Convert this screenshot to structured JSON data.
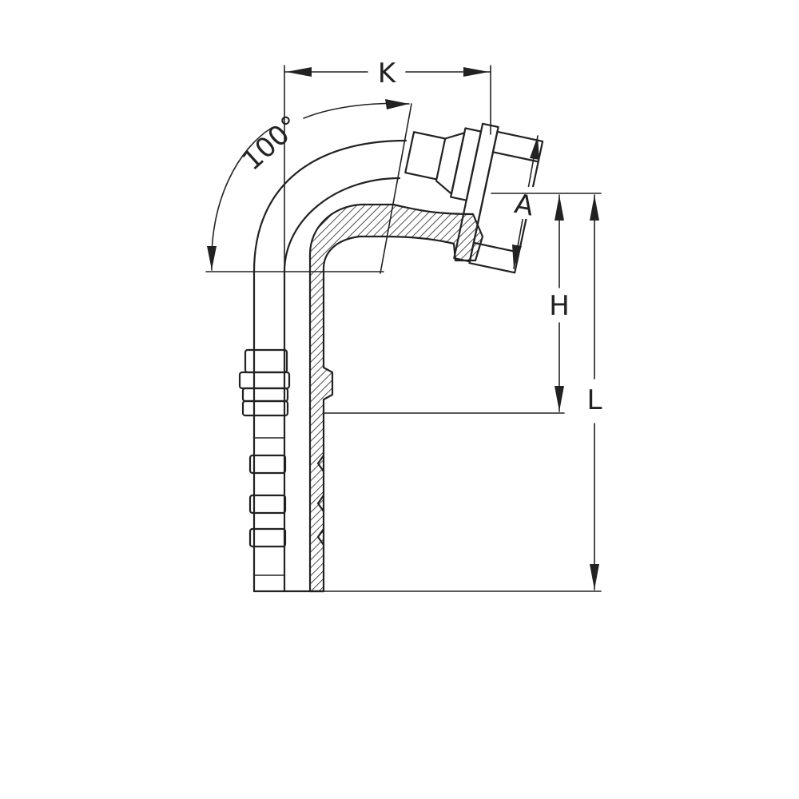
{
  "diagram": {
    "labels": {
      "k": "K",
      "angle": "100°",
      "a": "A",
      "h": "H",
      "l": "L"
    },
    "colors": {
      "line": "#222222",
      "background": "#ffffff"
    }
  }
}
